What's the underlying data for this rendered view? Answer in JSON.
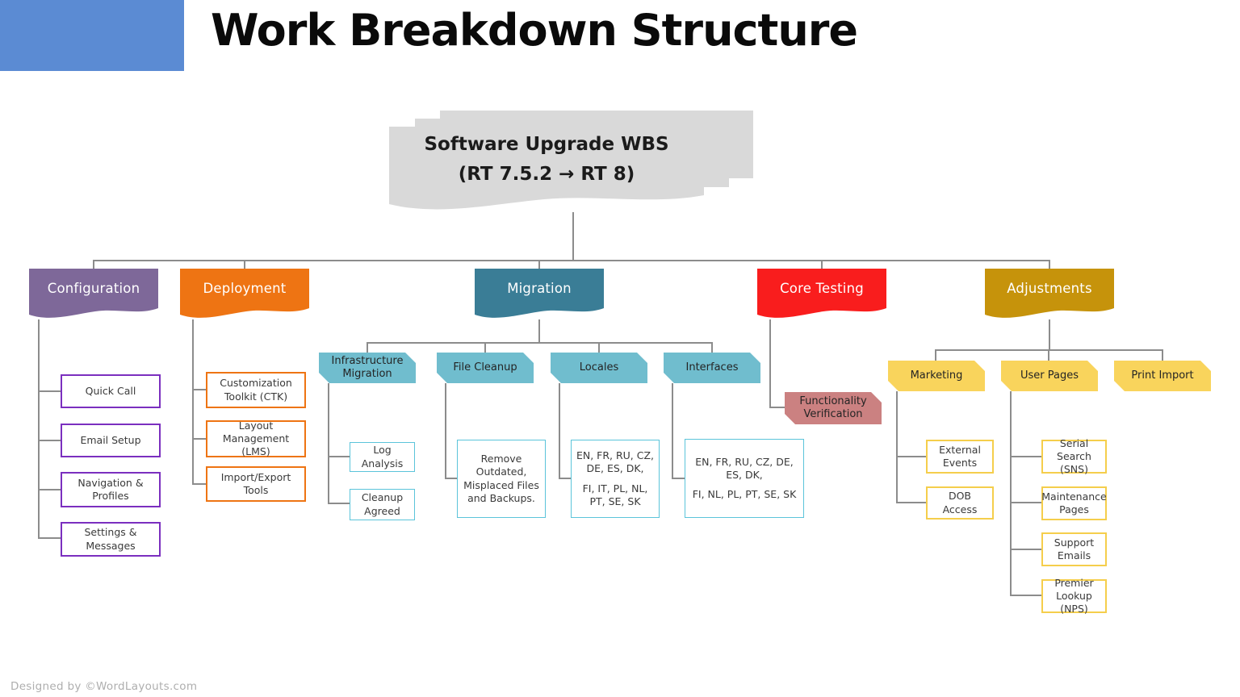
{
  "header": {
    "title": "Work Breakdown Structure"
  },
  "footer": {
    "credit": "Designed by ©WordLayouts.com"
  },
  "root_node": {
    "line1": "Software Upgrade WBS",
    "line2": "(RT 7.5.2 → RT 8)"
  },
  "colors": {
    "accent_blue": "#5b8bd3",
    "root_gray": "#d9d9d9",
    "connector_gray": "#8c8c8c",
    "configuration_purple": "#7e6899",
    "configuration_child_border": "#7b2fbf",
    "deployment_orange": "#ee7413",
    "migration_teal": "#3a7d96",
    "migration_subhead_fill": "#70bdce",
    "migration_child_border": "#5bc4da",
    "core_testing_red": "#f91d1d",
    "functionality_pink": "#cb8181",
    "adjustments_gold": "#c6930b",
    "adjustments_subhead_fill": "#f9d45c",
    "adjustments_child_border": "#f5ce4c"
  },
  "branches": [
    {
      "label": "Configuration",
      "children": [
        "Quick Call",
        "Email Setup",
        "Navigation & Profiles",
        "Settings & Messages"
      ]
    },
    {
      "label": "Deployment",
      "children": [
        "Customization Toolkit (CTK)",
        "Layout Management (LMS)",
        "Import/Export Tools"
      ]
    },
    {
      "label": "Migration",
      "groups": [
        {
          "label": "Infrastructure Migration",
          "children": [
            "Log Analysis",
            "Cleanup Agreed"
          ]
        },
        {
          "label": "File Cleanup",
          "children": [
            "Remove Outdated, Misplaced Files and Backups."
          ]
        },
        {
          "label": "Locales",
          "children": [
            {
              "line1": "EN, FR, RU, CZ, DE, ES, DK,",
              "line2": "FI, IT, PL, NL, PT, SE, SK"
            }
          ]
        },
        {
          "label": "Interfaces",
          "children": [
            {
              "line1": "EN, FR, RU, CZ, DE, ES, DK,",
              "line2": "FI, NL, PL, PT, SE, SK"
            }
          ]
        }
      ]
    },
    {
      "label": "Core Testing",
      "children": [
        "Functionality Verification"
      ]
    },
    {
      "label": "Adjustments",
      "groups": [
        {
          "label": "Marketing",
          "children": [
            "External Events",
            "DOB Access"
          ]
        },
        {
          "label": "User Pages",
          "children": [
            "Serial Search (SNS)",
            "Maintenance Pages",
            "Support Emails",
            "Premier Lookup (NPS)"
          ]
        },
        {
          "label": "Print Import",
          "children": []
        }
      ]
    }
  ]
}
